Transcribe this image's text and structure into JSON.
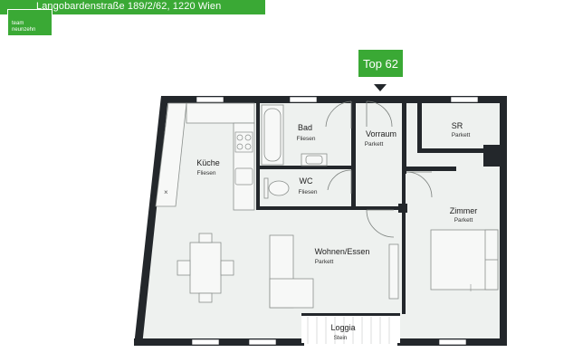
{
  "header": {
    "address": "Langobardenstraße 189/2/62, 1220 Wien"
  },
  "logo": {
    "line1": "team",
    "line2": "neunzehn"
  },
  "unit": {
    "label": "Top 62"
  },
  "rooms": [
    {
      "name": "Bad",
      "floor": "Fliesen"
    },
    {
      "name": "Vorraum",
      "floor": "Parkett"
    },
    {
      "name": "SR",
      "floor": "Parkett"
    },
    {
      "name": "Küche",
      "floor": "Fliesen"
    },
    {
      "name": "WC",
      "floor": "Fliesen"
    },
    {
      "name": "Zimmer",
      "floor": "Parkett"
    },
    {
      "name": "Wohnen/Essen",
      "floor": "Parkett"
    },
    {
      "name": "Loggia",
      "floor": "Stein"
    }
  ],
  "colors": {
    "brand_green": "#3aa935",
    "wall": "#23272b",
    "floor_fill": "#eef1ef",
    "furniture_fill": "#f7f8f7",
    "furniture_stroke": "#8a8f8c"
  }
}
